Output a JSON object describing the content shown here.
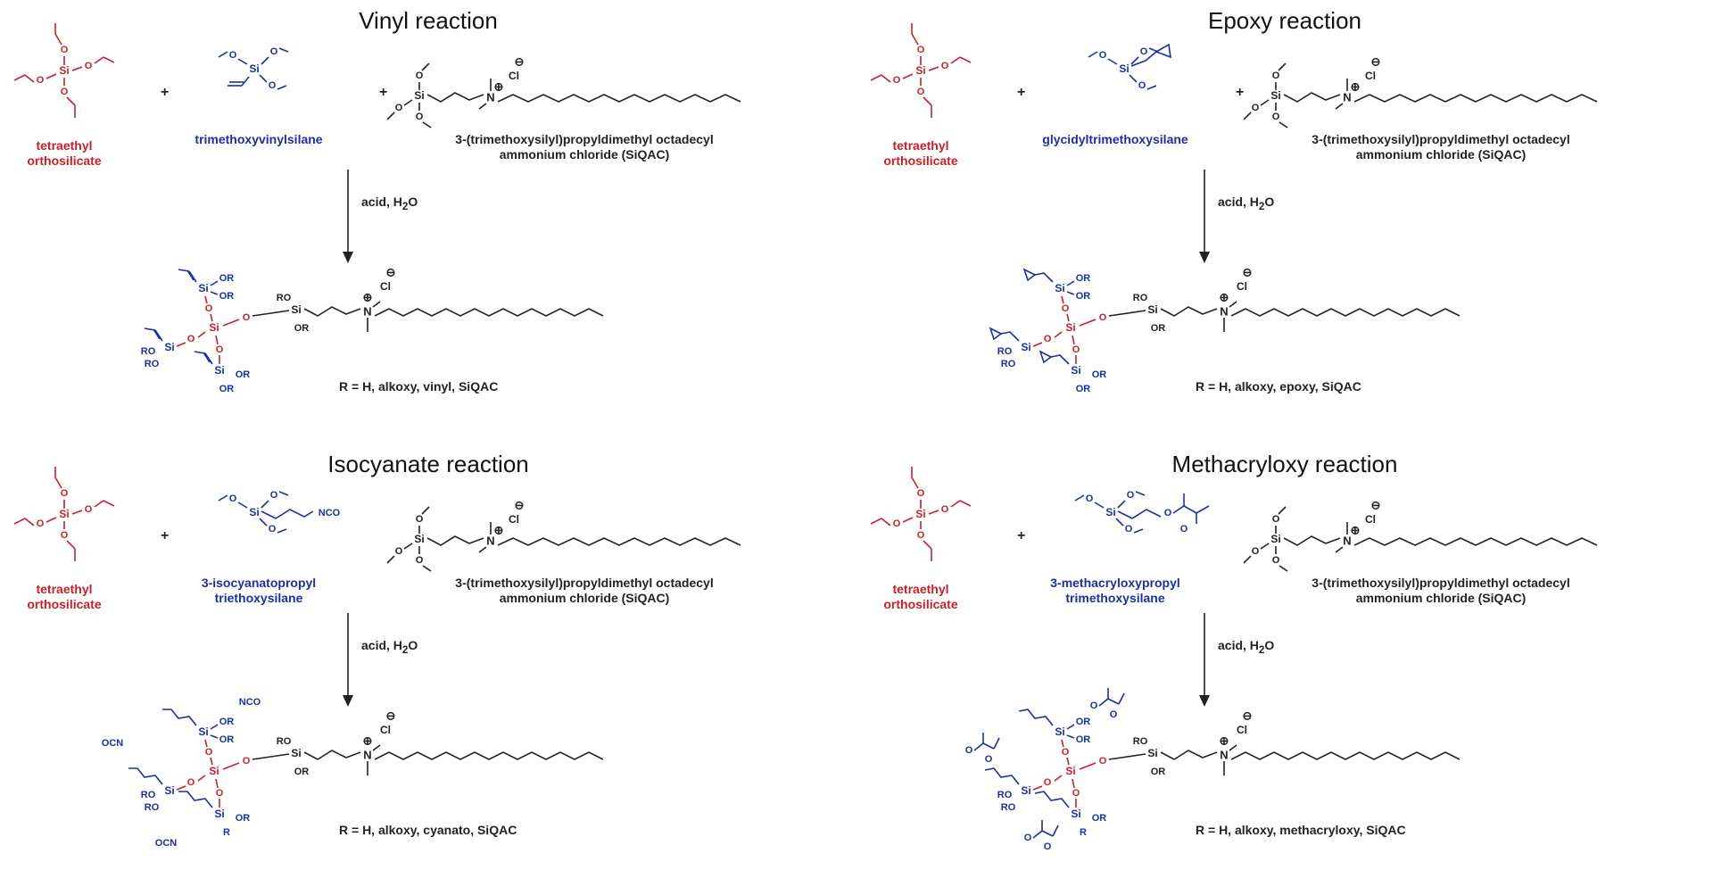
{
  "panels": [
    {
      "title": "Vinyl reaction",
      "reagent1": [
        "tetraethyl",
        "orthosilicate"
      ],
      "reagent2": [
        "trimethoxyvinylsilane"
      ],
      "reagent3": [
        "3-(trimethoxysilyl)propyldimethyl octadecyl",
        "ammonium chloride (SiQAC)"
      ],
      "condition": "acid, H",
      "condition_sub": "2",
      "condition_end": "O",
      "product_label": "R = H, alkoxy, vinyl, SiQAC"
    },
    {
      "title": "Epoxy reaction",
      "reagent1": [
        "tetraethyl",
        "orthosilicate"
      ],
      "reagent2": [
        "glycidyltrimethoxysilane"
      ],
      "reagent3": [
        "3-(trimethoxysilyl)propyldimethyl octadecyl",
        "ammonium chloride (SiQAC)"
      ],
      "condition": "acid, H",
      "condition_sub": "2",
      "condition_end": "O",
      "product_label": "R = H, alkoxy, epoxy, SiQAC"
    },
    {
      "title": "Isocyanate reaction",
      "reagent1": [
        "tetraethyl",
        "orthosilicate"
      ],
      "reagent2": [
        "3-isocyanatopropyl",
        "triethoxysilane"
      ],
      "reagent3": [
        "3-(trimethoxysilyl)propyldimethyl octadecyl",
        "ammonium chloride (SiQAC)"
      ],
      "condition": "acid, H",
      "condition_sub": "2",
      "condition_end": "O",
      "product_label": "R = H, alkoxy, cyanato, SiQAC"
    },
    {
      "title": "Methacryloxy reaction",
      "reagent1": [
        "tetraethyl",
        "orthosilicate"
      ],
      "reagent2": [
        "3-methacryloxypropyl",
        "trimethoxysilane"
      ],
      "reagent3": [
        "3-(trimethoxysilyl)propyldimethyl octadecyl",
        "ammonium chloride (SiQAC)"
      ],
      "condition": "acid, H",
      "condition_sub": "2",
      "condition_end": "O",
      "product_label": "R = H, alkoxy, methacryloxy, SiQAC"
    }
  ],
  "symbols": {
    "plus": "+",
    "silicon": "Si",
    "oxygen": "O",
    "alkoxy": "OR",
    "alkoxy_left": "RO",
    "r": "R",
    "nitrogen": "N",
    "chloride": "Cl",
    "charge_neg": "⊖",
    "charge_pos": "⊕",
    "nco": "NCO",
    "ocn": "OCN"
  },
  "colors": {
    "teos": "#c8202a",
    "silane": "#1c2fa0",
    "siqac": "#222222"
  }
}
